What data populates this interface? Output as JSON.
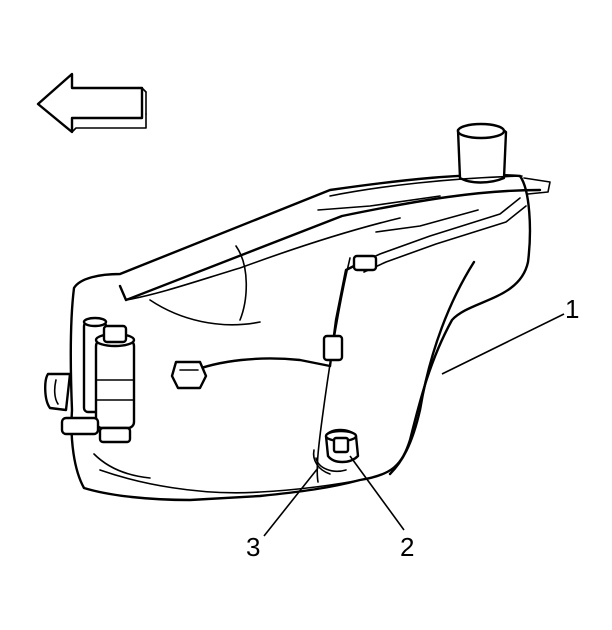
{
  "diagram": {
    "direction_icon": "left-arrow-icon",
    "callouts": [
      {
        "id": "callout-1",
        "label": "1"
      },
      {
        "id": "callout-2",
        "label": "2"
      },
      {
        "id": "callout-3",
        "label": "3"
      }
    ]
  }
}
